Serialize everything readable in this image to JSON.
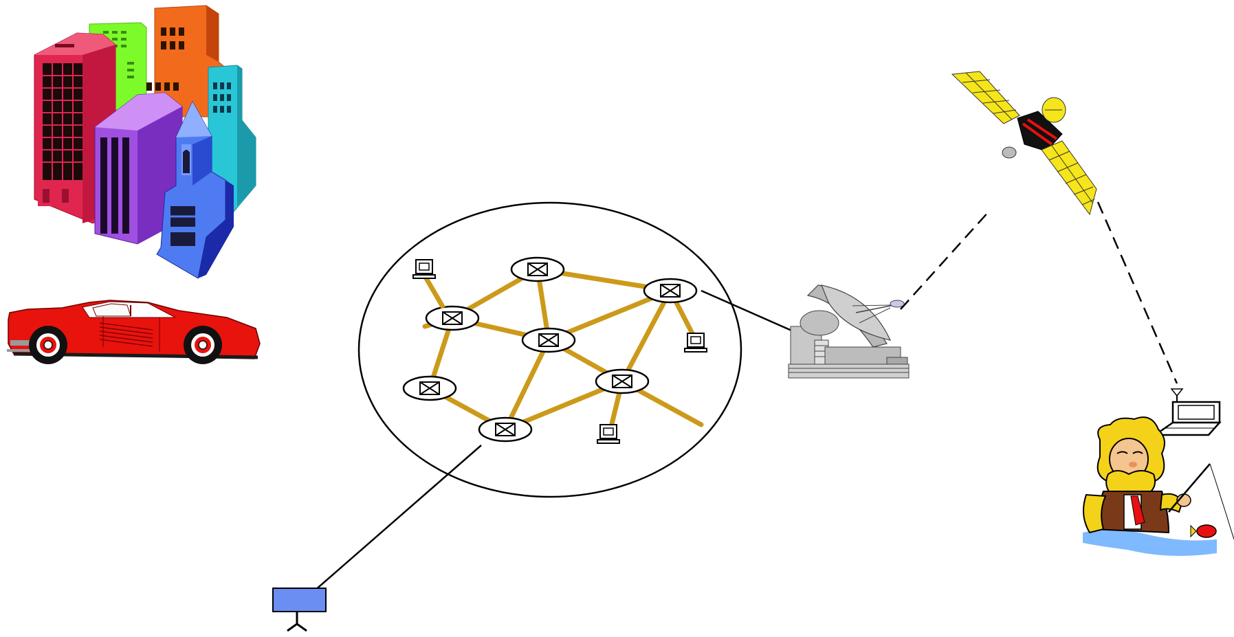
{
  "diagram": {
    "type": "network-illustration",
    "nodes": {
      "switches": [
        "switch",
        "switch",
        "switch",
        "switch",
        "switch",
        "switch",
        "switch"
      ],
      "hosts": [
        "host",
        "host",
        "host"
      ],
      "external": [
        "city-buildings",
        "sports-car",
        "satellite-dish",
        "satellite",
        "laptop",
        "fisherman",
        "wireless-terminal"
      ]
    },
    "links": {
      "network": "solid-gold",
      "dish_to_network": "solid",
      "dish_to_satellite": "dashed",
      "satellite_to_laptop": "dashed",
      "terminal_to_network": "solid"
    },
    "colors": {
      "link": "#cc9a1a",
      "building_red": "#e0264f",
      "building_green": "#7dfa2a",
      "building_orange": "#f26b1c",
      "building_purple": "#a050e0",
      "building_cyan": "#29c6d8",
      "building_blue": "#4f7bf2",
      "car_red": "#e8130d",
      "satellite_panel": "#f5e51a",
      "terminal": "#6b8ef2",
      "dish_gray": "#b8b8b8"
    }
  }
}
